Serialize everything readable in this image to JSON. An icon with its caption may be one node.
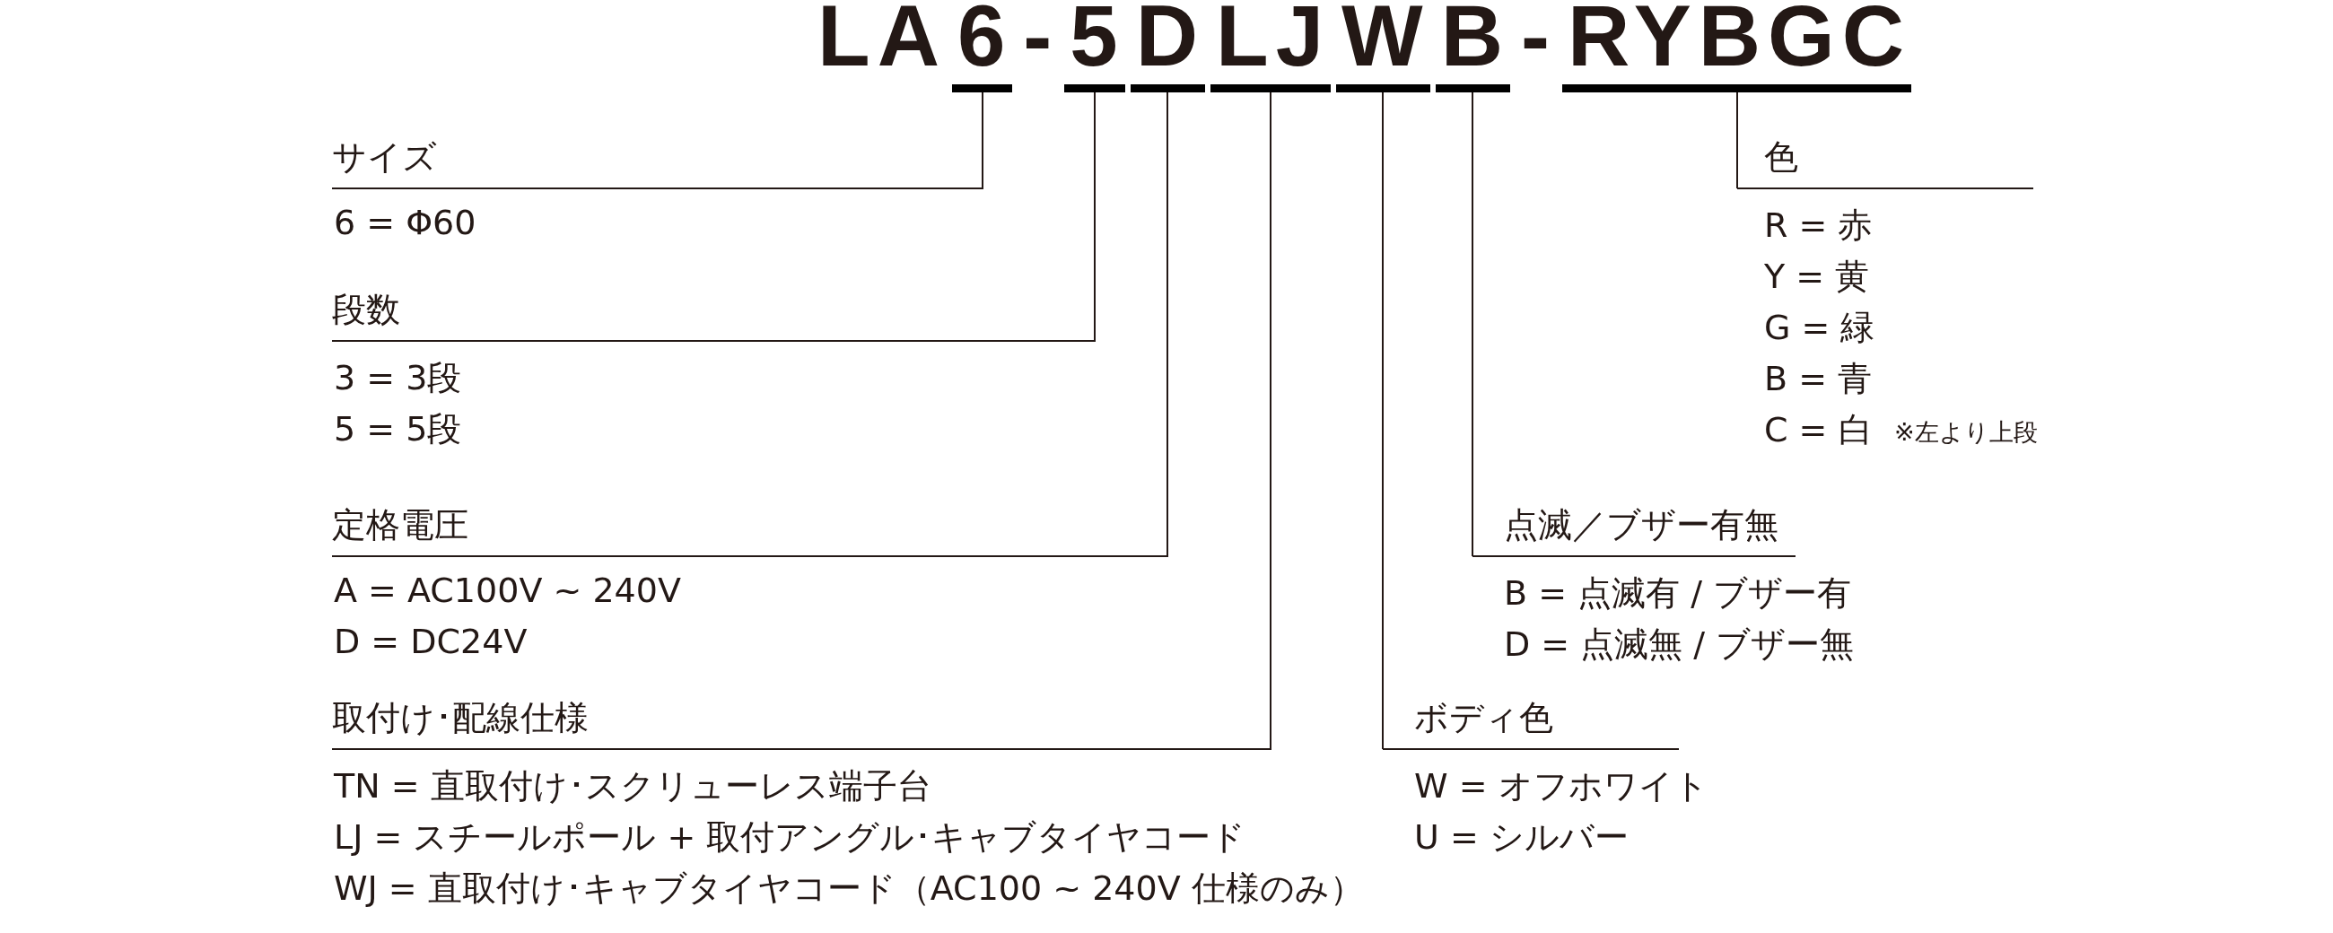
{
  "diagram": {
    "nodes": [
      {
        "text": [
          "6"
        ]
      },
      {
        "text": [
          "5"
        ]
      },
      {
        "text": [
          "D"
        ]
      },
      {
        "text": [
          "LJ"
        ]
      },
      {
        "text": [
          "W"
        ]
      },
      {
        "text": [
          "B"
        ]
      },
      {
        "text": [
          "RYBGC"
        ]
      },
      {
        "text": [
          "サイズ"
        ],
        "beside": [
          "6 = Φ60"
        ]
      },
      {
        "text": [
          "色"
        ],
        "beside": [
          "R = 赤",
          "Y = 黄",
          "G = 緑",
          "B = 青",
          "C = 白",
          "※左より上段"
        ]
      },
      {
        "text": [
          "段数"
        ],
        "beside": [
          "3 = 3段",
          "5 = 5段"
        ]
      },
      {
        "text": [
          "定格電圧"
        ],
        "beside": [
          "A = AC100V ~ 240V",
          "D = DC24V"
        ]
      },
      {
        "text": [
          "点滅／ブザー有無"
        ],
        "beside": [
          "B = 点滅有 / ブザー有",
          "D = 点滅無 / ブザー無"
        ]
      },
      {
        "text": [
          "取付け･配線仕様"
        ],
        "beside": [
          "TN = 直取付け･スクリューレス端子台",
          "LJ = スチールポール + 取付アングル･キャブタイヤコード",
          "WJ = 直取付け･キャブタイヤコード（AC100 ~ 240V 仕様のみ）"
        ]
      },
      {
        "text": [
          "ボディ色"
        ],
        "beside": [
          "W = オフホワイト",
          "U = シルバー"
        ]
      }
    ],
    "edges": [
      {
        "from": 0,
        "to": 7,
        "arrow": "none"
      },
      {
        "from": 1,
        "to": 9,
        "arrow": "none"
      },
      {
        "from": 2,
        "to": 10,
        "arrow": "none"
      },
      {
        "from": 3,
        "to": 12,
        "arrow": "none"
      },
      {
        "from": 4,
        "to": 13,
        "arrow": "none"
      },
      {
        "from": 5,
        "to": 11,
        "arrow": "none"
      },
      {
        "from": 6,
        "to": 8,
        "arrow": "none"
      }
    ],
    "labels": [
      "LA",
      "-",
      "-"
    ]
  }
}
